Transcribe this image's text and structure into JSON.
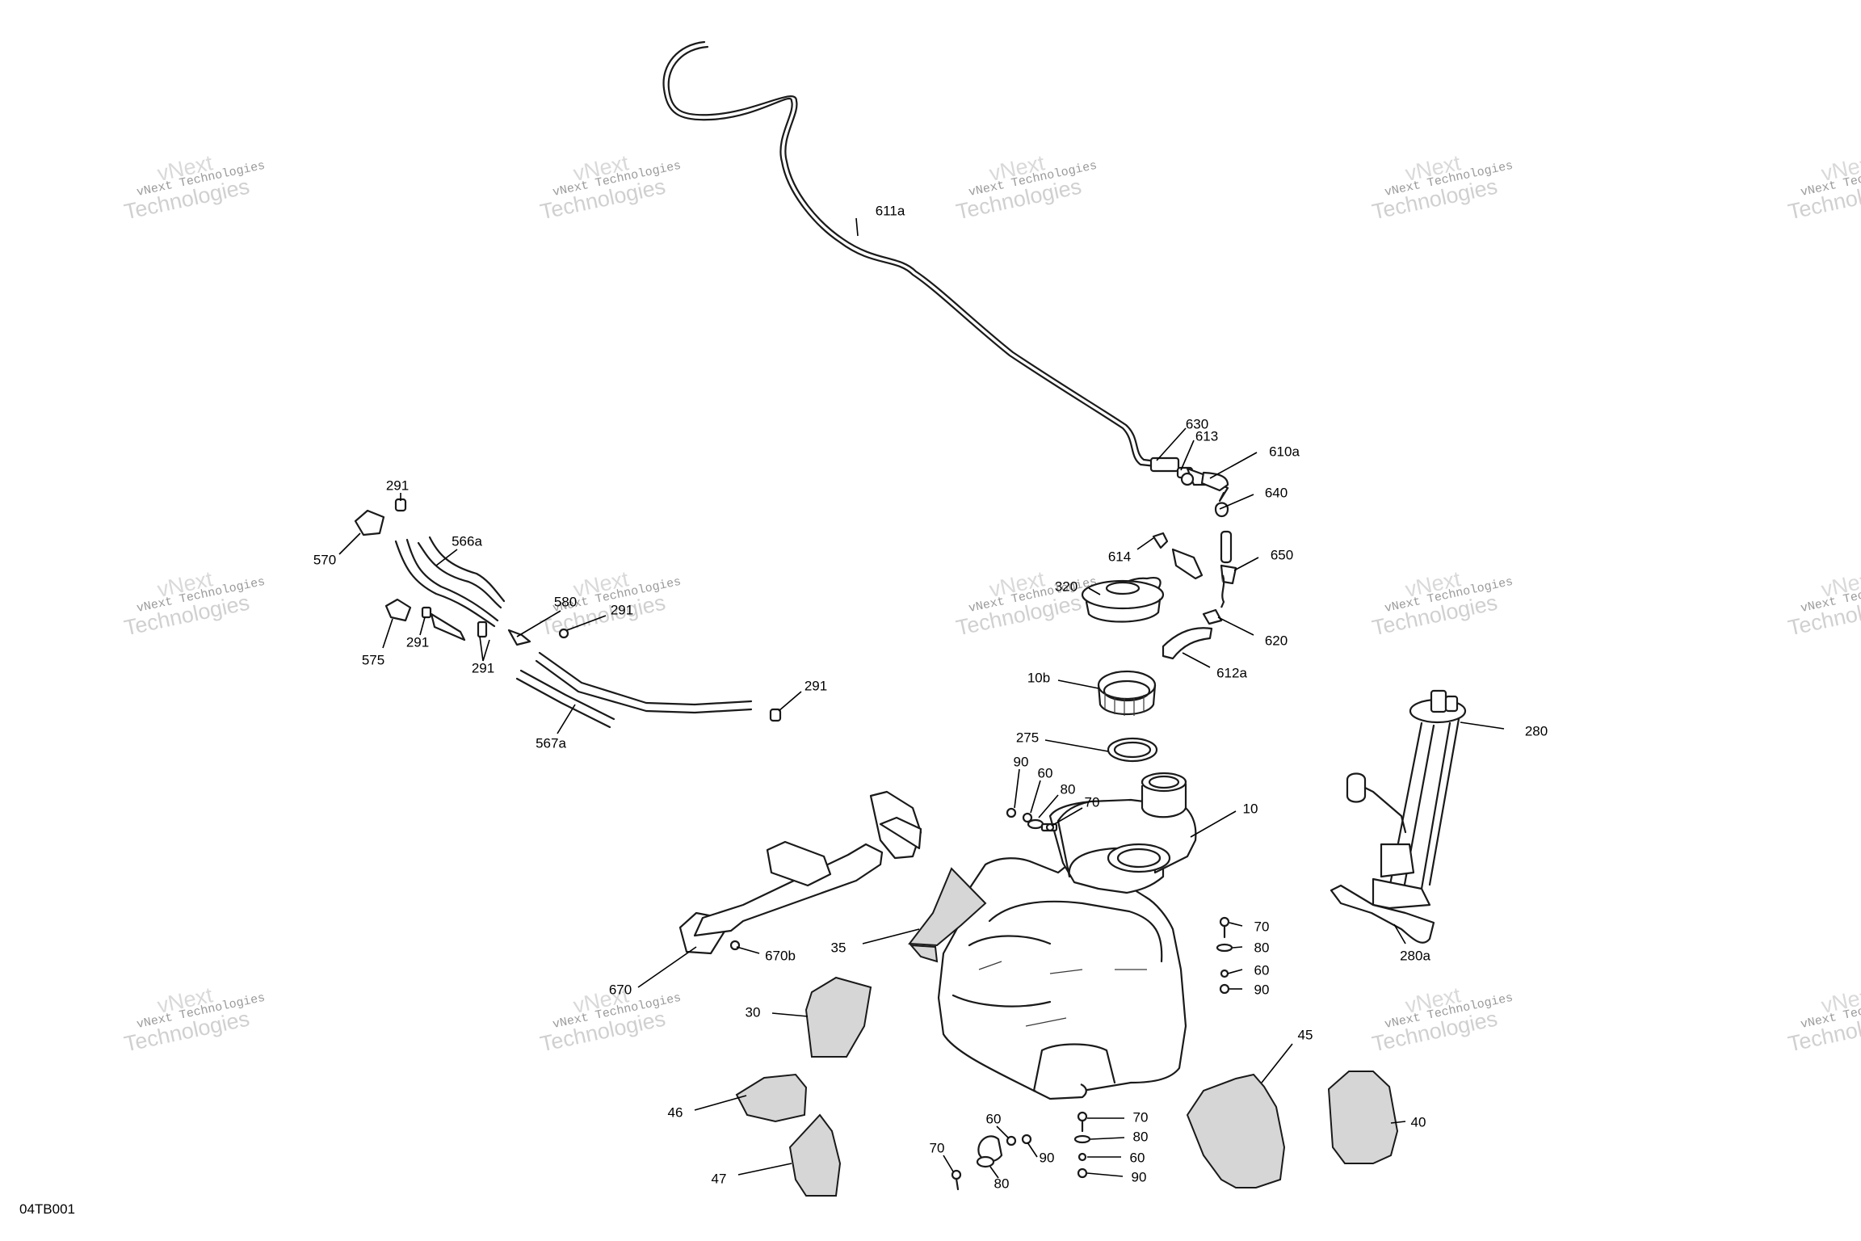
{
  "diagram": {
    "code": "04TB001",
    "watermark": {
      "line1": "vNext Technologies",
      "line2": "Technologies",
      "big": "vNext"
    },
    "callouts": [
      "611a",
      "630",
      "613",
      "610a",
      "640",
      "614",
      "650",
      "320",
      "620",
      "612a",
      "10b",
      "275",
      "280",
      "90",
      "60",
      "80",
      "70",
      "10",
      "280a",
      "70",
      "80",
      "60",
      "90",
      "35",
      "670b",
      "670",
      "30",
      "45",
      "40",
      "46",
      "60",
      "70",
      "90",
      "80",
      "60",
      "90",
      "70",
      "80",
      "47",
      "291",
      "570",
      "566a",
      "575",
      "291",
      "291",
      "580",
      "291",
      "567a",
      "291"
    ]
  }
}
